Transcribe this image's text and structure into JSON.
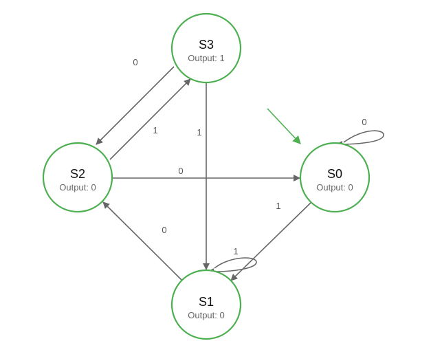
{
  "colors": {
    "state_border": "#4caf50",
    "edge": "#666666",
    "start_arrow": "#4caf50"
  },
  "states": [
    {
      "id": "S3",
      "name": "S3",
      "output": "Output: 1"
    },
    {
      "id": "S2",
      "name": "S2",
      "output": "Output: 0"
    },
    {
      "id": "S0",
      "name": "S0",
      "output": "Output: 0"
    },
    {
      "id": "S1",
      "name": "S1",
      "output": "Output: 0"
    }
  ],
  "initial_state": "S0",
  "transitions": [
    {
      "id": "s3-s2",
      "from": "S3",
      "to": "S2",
      "label": "0"
    },
    {
      "id": "s2-s3",
      "from": "S2",
      "to": "S3",
      "label": "1"
    },
    {
      "id": "s3-s1",
      "from": "S3",
      "to": "S1",
      "label": "1"
    },
    {
      "id": "s2-s0",
      "from": "S2",
      "to": "S0",
      "label": "0"
    },
    {
      "id": "s0-s0",
      "from": "S0",
      "to": "S0",
      "label": "0"
    },
    {
      "id": "s0-s1",
      "from": "S0",
      "to": "S1",
      "label": "1"
    },
    {
      "id": "s1-s1",
      "from": "S1",
      "to": "S1",
      "label": "1"
    },
    {
      "id": "s1-s2",
      "from": "S1",
      "to": "S2",
      "label": "0"
    }
  ]
}
